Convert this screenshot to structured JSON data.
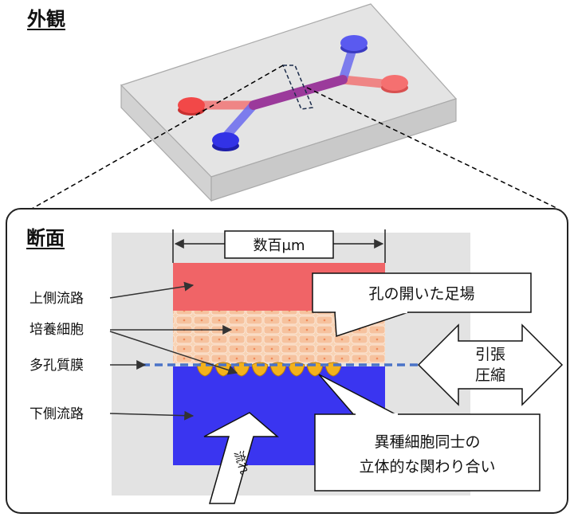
{
  "exterior_title": "外観",
  "section_title": "断面",
  "width_label": "数百μm",
  "channel_labels": {
    "upper_channel": "上側流路",
    "cultured_cells": "培養細胞",
    "porous_membrane": "多孔質膜",
    "lower_channel": "下側流路"
  },
  "scaffold_label": "孔の開いた足場",
  "mechanics_label": {
    "line1": "引張",
    "line2": "圧縮"
  },
  "interaction_label": {
    "line1": "異種細胞同士の",
    "line2": "立体的な関わり合い"
  },
  "flow_label": "流れ",
  "colors": {
    "upper_channel": "#f06467",
    "lower_channel": "#3a35f0",
    "cells": "#f6c8a6",
    "membrane_cells": "#f3b21c",
    "membrane_line": "#4a73c8",
    "chip_fill": "#e6e6e6",
    "inlet_red": "#f24848",
    "inlet_blue": "#3232e6",
    "channel_purple": "#9b3a9b"
  }
}
